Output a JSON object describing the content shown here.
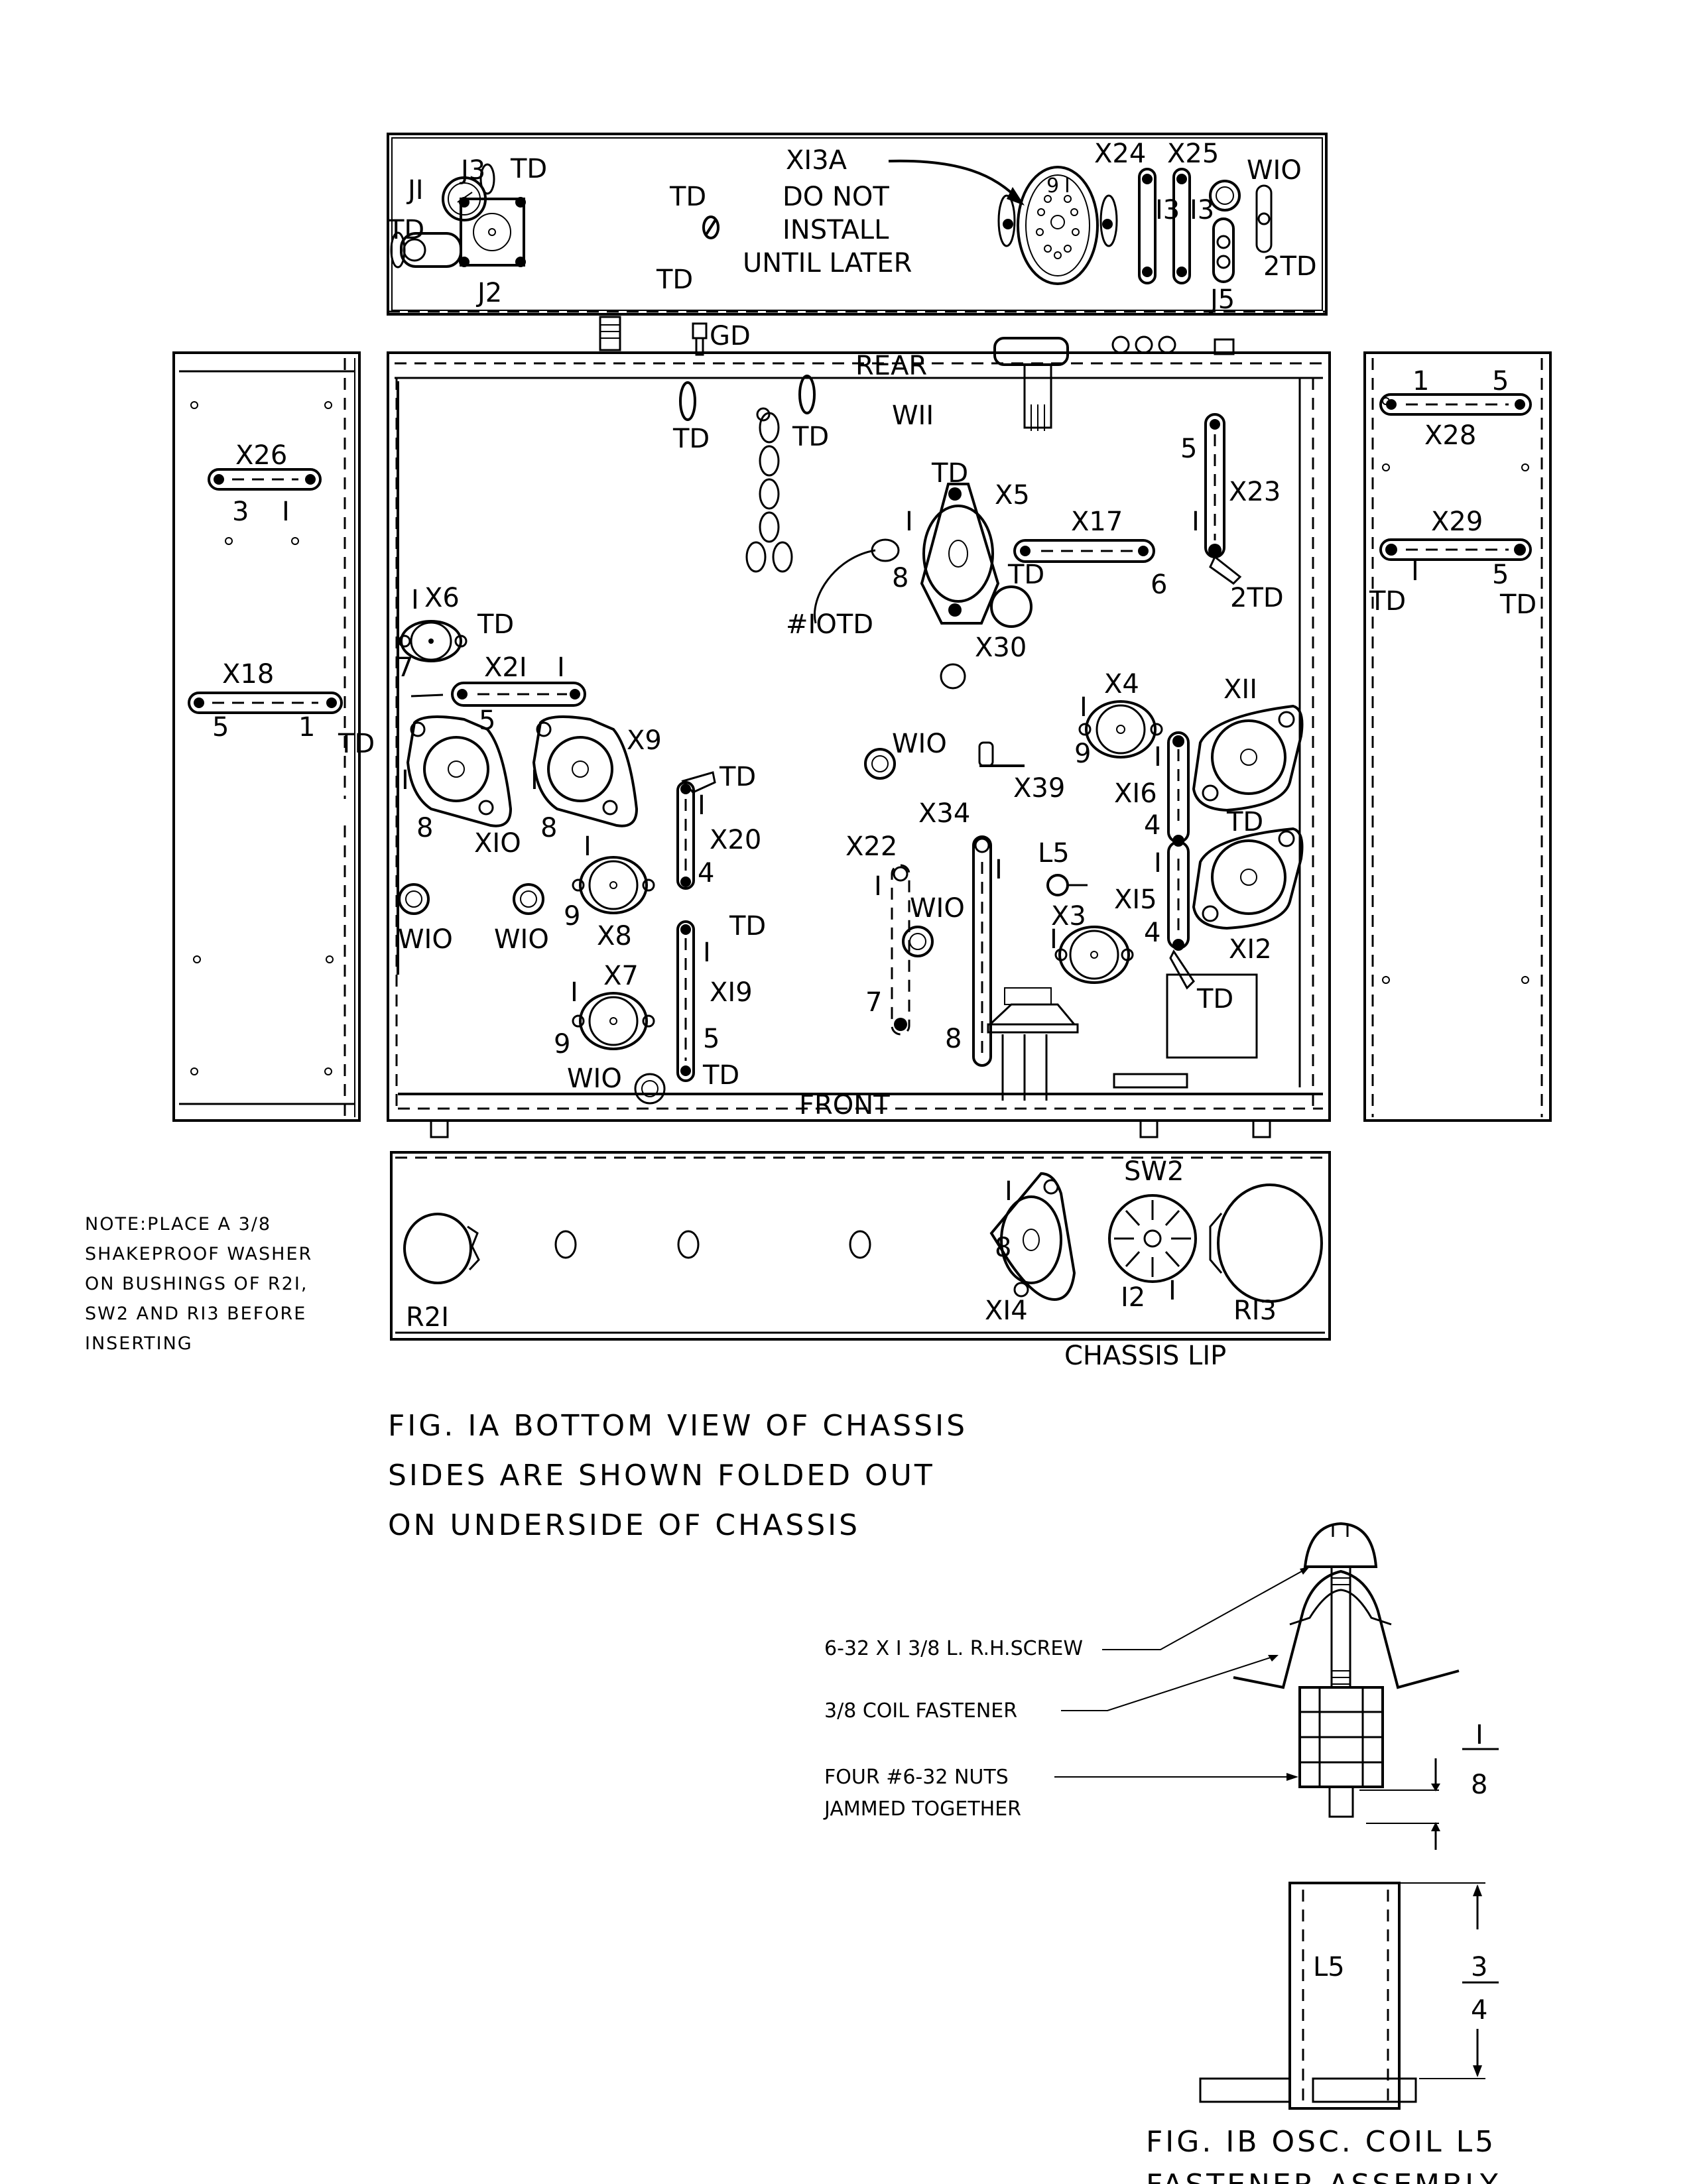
{
  "figure_1a": {
    "caption_lines": [
      "FIG. IA BOTTOM VIEW OF CHASSIS",
      "SIDES ARE SHOWN FOLDED OUT",
      "ON UNDERSIDE OF CHASSIS"
    ],
    "rear_panel": {
      "labels": {
        "j1": "JI",
        "j1_td": "TD",
        "j2": "J2",
        "j3": "J3",
        "j3_td_right": "TD",
        "j3_td_left": "TD",
        "j3_td_bottom": "TD",
        "x13a": "XI3A",
        "do_not_install_lines": [
          "DO NOT",
          "INSTALL",
          "UNTIL LATER"
        ],
        "x24": "X24",
        "x25": "X25",
        "w10": "WIO",
        "pin13_a": "I3",
        "pin13_b": "I3",
        "j5": "J5",
        "td2": "2TD",
        "x13a_pin9": "9",
        "x13a_pin1": "I"
      }
    },
    "chassis": {
      "rear_label": "REAR",
      "front_label": "FRONT",
      "gd_label": "GD",
      "labels": {
        "td_a": "TD",
        "td_b": "TD",
        "w11": "WII",
        "x5": "X5",
        "x5_td_top": "TD",
        "x5_td_side": "TD",
        "x5_pin1": "I",
        "x5_pin8": "8",
        "td10": "#IOTD",
        "x30": "X30",
        "x17": "X17",
        "x17_pin6": "6",
        "x23": "X23",
        "x23_pin5": "5",
        "x23_pin1": "I",
        "x23_2td": "2TD",
        "x6": "X6",
        "x6_td": "TD",
        "x6_pin1": "I",
        "x6_pin7": "7",
        "x21": "X2I",
        "x21_pin1": "I",
        "x21_pin5": "5",
        "x10": "XIO",
        "x10_pin1": "I",
        "x10_pin8": "8",
        "x9": "X9",
        "x9_pin1": "I",
        "x9_pin8": "8",
        "x8": "X8",
        "x8_pin1": "I",
        "x8_pin9": "9",
        "x7": "X7",
        "x7_pin1": "I",
        "x7_pin9": "9",
        "x20": "X20",
        "x20_td": "TD",
        "x20_pin1": "I",
        "x20_pin4": "4",
        "x19": "XI9",
        "x19_td_top": "TD",
        "x19_td_bottom": "TD",
        "x19_pin1": "I",
        "x19_pin5": "5",
        "w10_a": "WIO",
        "w10_b": "WIO",
        "w10_c": "WIO",
        "w10_d": "WIO",
        "w10_e": "WIO",
        "x39": "X39",
        "x34": "X34",
        "x34_pin1": "I",
        "x34_pin8": "8",
        "x22": "X22",
        "x22_pin1": "I",
        "x22_pin7": "7",
        "l5": "L5",
        "x3": "X3",
        "x3_pin1": "I",
        "x4": "X4",
        "x4_pin1": "I",
        "x4_pin9": "9",
        "x16": "XI6",
        "x16_pin1": "I",
        "x16_pin4": "4",
        "x15": "XI5",
        "x15_pin1": "I",
        "x15_pin4": "4",
        "x11": "XII",
        "x12": "XI2",
        "x12_td": "TD",
        "x12_td_bottom": "TD"
      }
    },
    "left_side_panel": {
      "x26": "X26",
      "x26_pin3": "3",
      "x26_pin1": "I",
      "x18": "X18",
      "x18_pin5": "5",
      "x18_pin1": "1",
      "td": "TD"
    },
    "right_side_panel": {
      "x28": "X28",
      "x28_pin1": "1",
      "x28_pin5": "5",
      "x29": "X29",
      "x29_pin1": "I",
      "x29_pin5": "5",
      "td_left": "TD",
      "td_right": "TD"
    },
    "front_panel": {
      "r21": "R2I",
      "x14": "XI4",
      "x14_pin1": "I",
      "x14_pin8": "8",
      "sw2": "SW2",
      "sw2_pin12": "I2",
      "sw2_pin1": "I",
      "r13": "RI3",
      "chassis_lip": "CHASSIS LIP"
    },
    "note_lines": [
      "NOTE:PLACE A 3/8",
      "SHAKEPROOF WASHER",
      "ON BUSHINGS OF R2I,",
      "SW2 AND RI3 BEFORE",
      "INSERTING"
    ]
  },
  "figure_1b": {
    "caption_lines": [
      "FIG. IB OSC. COIL L5",
      "FASTENER ASSEMBLY"
    ],
    "callouts": {
      "screw": "6-32 X I 3/8 L. R.H.SCREW",
      "fastener": "3/8 COIL FASTENER",
      "nuts_line1": "FOUR #6-32 NUTS",
      "nuts_line2": "JAMMED TOGETHER"
    },
    "dim_gap": {
      "num": "I",
      "den": "8"
    },
    "dim_coil": {
      "num": "3",
      "den": "4"
    },
    "coil_label": "L5"
  }
}
